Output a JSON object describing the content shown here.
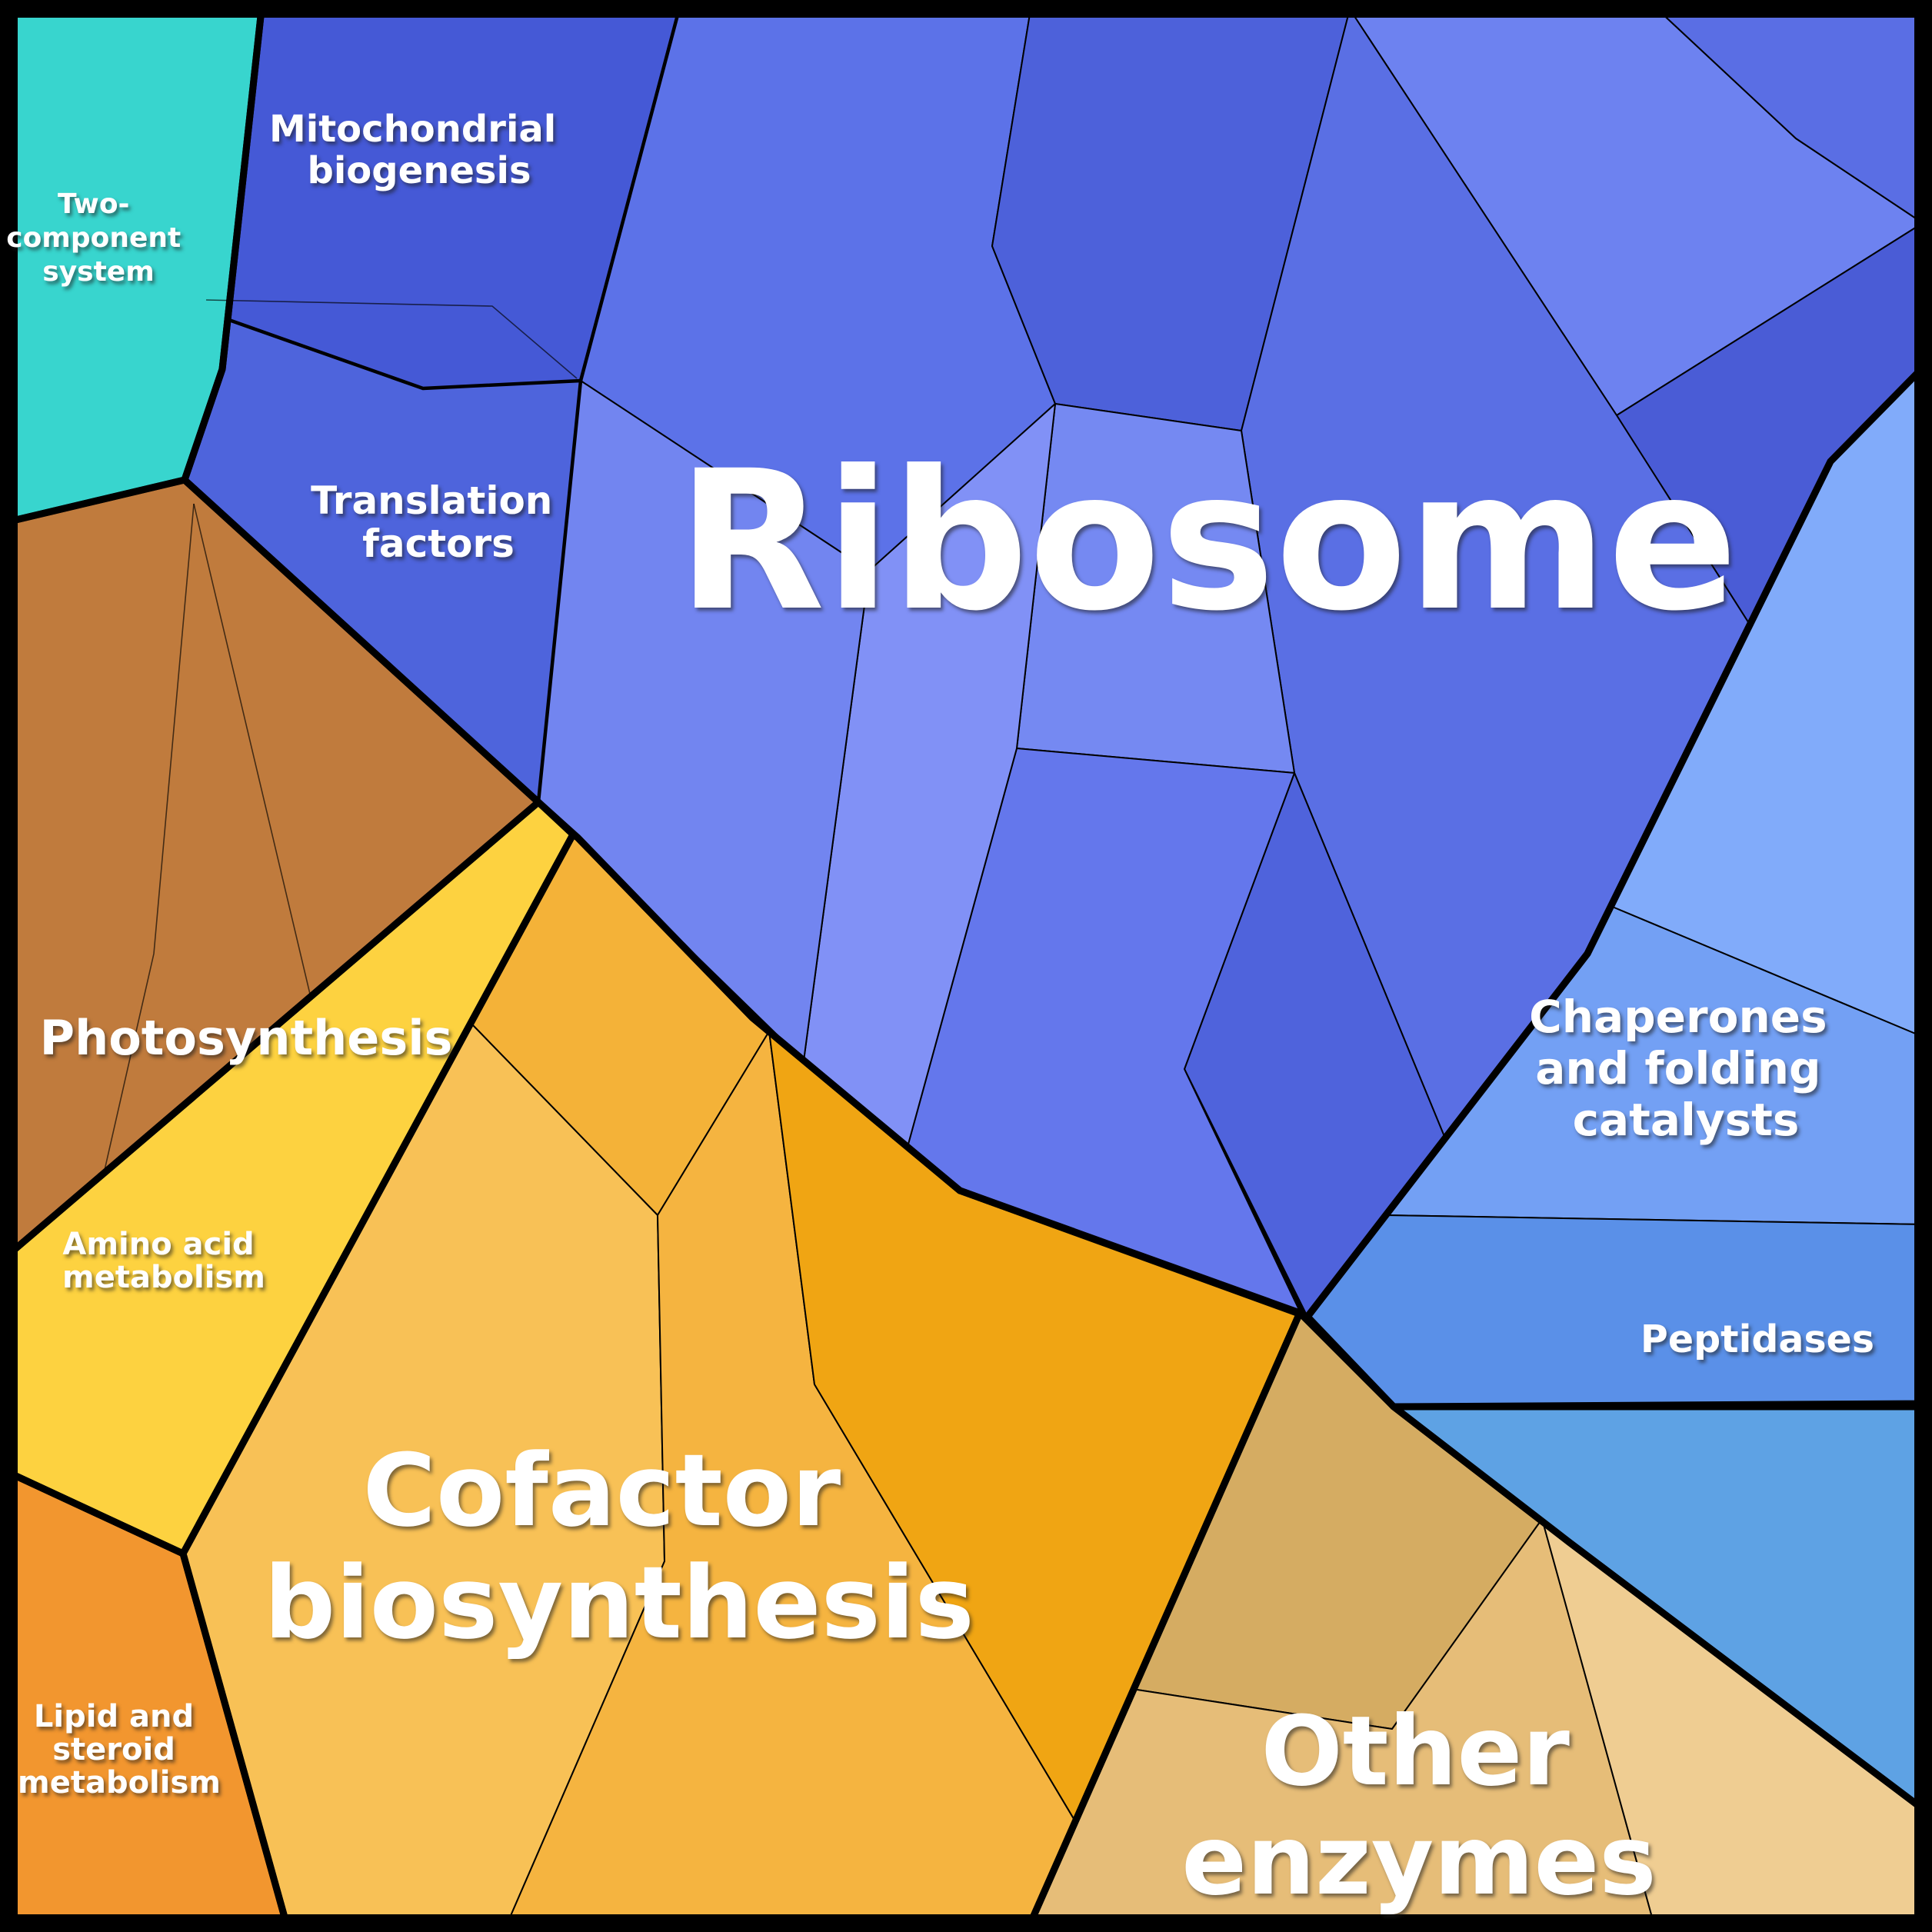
{
  "chart_data": {
    "type": "treemap",
    "style": "voronoi-treemap (proteomap)",
    "background": "#000000",
    "border_color": "#000000",
    "legend": "none",
    "regions": [
      {
        "label": "Two-component system",
        "color": "#38D5CE",
        "group": "signaling",
        "area_pct": 3.5
      },
      {
        "label": "Mitochondrial biogenesis",
        "color": "#4559D6",
        "group": "genetic-information-processing",
        "area_pct": 4
      },
      {
        "label": "Translation factors",
        "color": "#4E64DC",
        "group": "genetic-information-processing",
        "area_pct": 6
      },
      {
        "label": "Ribosome",
        "color": "#5A6FE4",
        "group": "genetic-information-processing",
        "area_pct": 30
      },
      {
        "label": "Chaperones and folding catalysts",
        "color": "#81ABFA",
        "group": "folding-sorting-degradation",
        "area_pct": 8
      },
      {
        "label": "Peptidases",
        "color": "#5EA2E4",
        "group": "folding-sorting-degradation",
        "area_pct": 3.5
      },
      {
        "label": "Photosynthesis",
        "color": "#C07B3D",
        "group": "metabolism",
        "area_pct": 9
      },
      {
        "label": "Amino acid metabolism",
        "color": "#FDD240",
        "group": "metabolism",
        "area_pct": 7
      },
      {
        "label": "Lipid and steroid metabolism",
        "color": "#F2962F",
        "group": "metabolism",
        "area_pct": 4.5
      },
      {
        "label": "Cofactor biosynthesis",
        "color": "#F5B440",
        "group": "metabolism",
        "area_pct": 16.5
      },
      {
        "label": "Other enzymes",
        "color": "#E6BD78",
        "group": "metabolism",
        "area_pct": 8
      }
    ]
  },
  "labels": {
    "two_component": {
      "lines": [
        "Two-",
        "component",
        "system"
      ]
    },
    "mitochondrial": {
      "lines": [
        "Mitochondrial",
        "biogenesis"
      ]
    },
    "translation": {
      "lines": [
        "Translation",
        "factors"
      ]
    },
    "ribosome": {
      "lines": [
        "Ribosome"
      ]
    },
    "photosynthesis": {
      "lines": [
        "Photosynthesis"
      ]
    },
    "amino": {
      "lines": [
        "Amino acid",
        "metabolism"
      ]
    },
    "lipid": {
      "lines": [
        "Lipid and",
        "steroid",
        "metabolism"
      ]
    },
    "cofactor": {
      "lines": [
        "Cofactor",
        "biosynthesis"
      ]
    },
    "other": {
      "lines": [
        "Other",
        "enzymes"
      ]
    },
    "peptidases": {
      "lines": [
        "Peptidases"
      ]
    },
    "chaperones": {
      "lines": [
        "Chaperones",
        "and folding",
        "catalysts"
      ]
    }
  }
}
